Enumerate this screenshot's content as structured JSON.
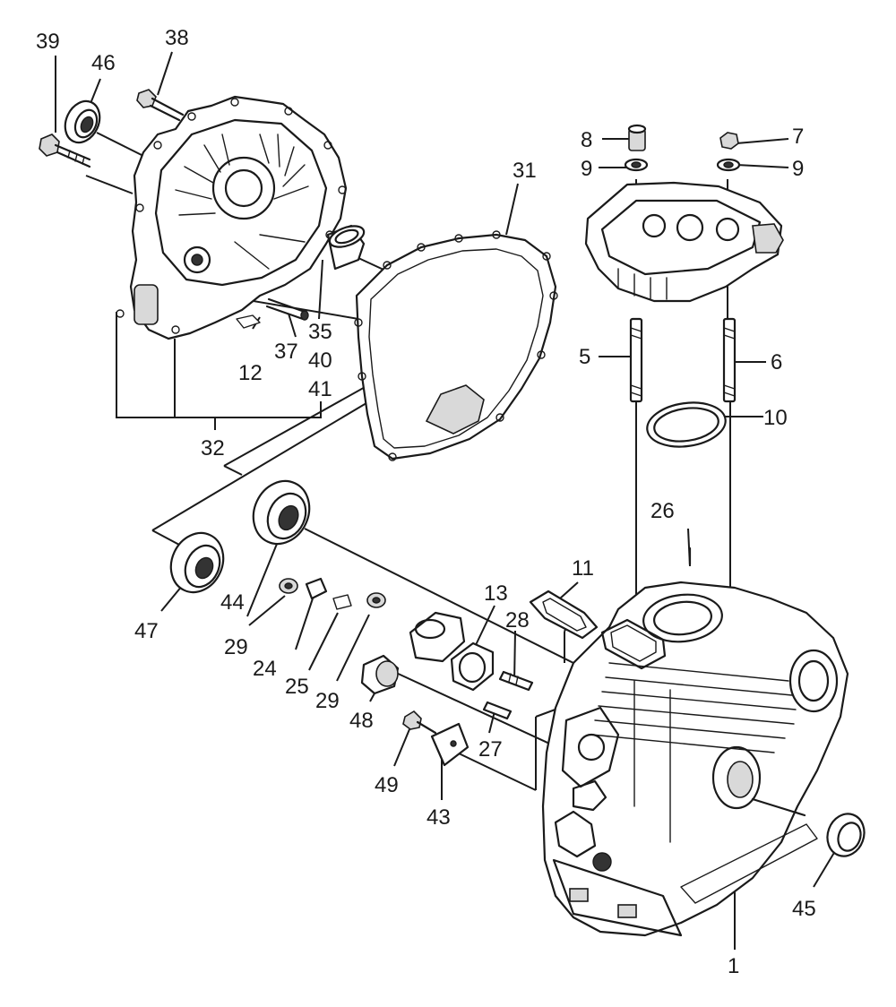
{
  "callouts": {
    "c1": "1",
    "c5": "5",
    "c6": "6",
    "c7": "7",
    "c8": "8",
    "c9a": "9",
    "c9b": "9",
    "c10": "10",
    "c11": "11",
    "c12": "12",
    "c13": "13",
    "c24": "24",
    "c25": "25",
    "c26": "26",
    "c27": "27",
    "c28": "28",
    "c29a": "29",
    "c29b": "29",
    "c31": "31",
    "c32": "32",
    "c35": "35",
    "c37": "37",
    "c38": "38",
    "c39": "39",
    "c40": "40",
    "c41": "41",
    "c43": "43",
    "c44": "44",
    "c45": "45",
    "c46": "46",
    "c47": "47",
    "c48": "48",
    "c49": "49"
  }
}
